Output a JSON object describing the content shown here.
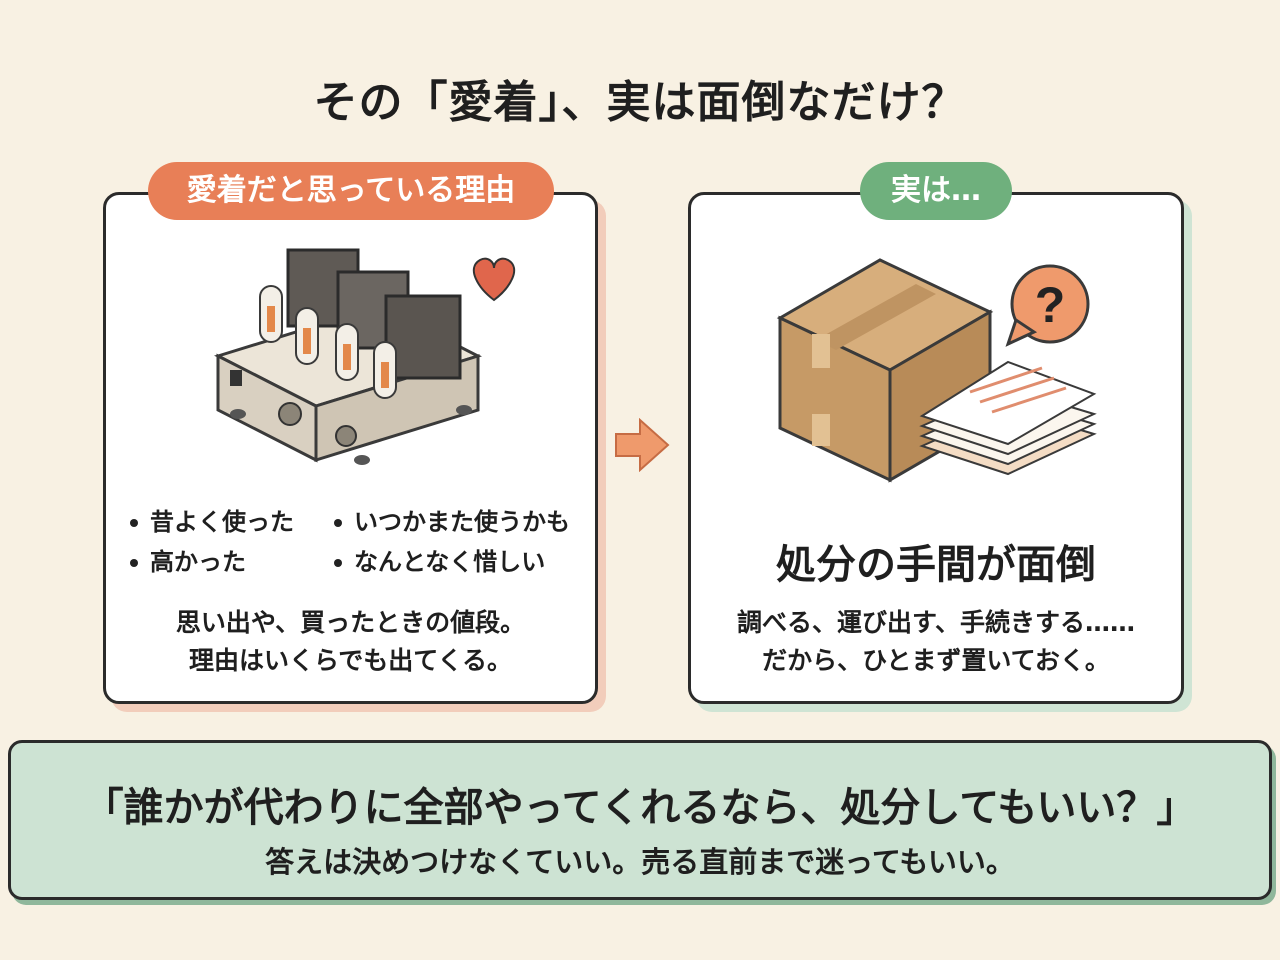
{
  "title": "その「愛着」、実は面倒なだけ？",
  "left_panel": {
    "label": "愛着だと思っている理由",
    "bullets": [
      "昔よく使った",
      "いつかまた使うかも",
      "高かった",
      "なんとなく惜しい"
    ],
    "note_line1": "思い出や、買ったときの値段。",
    "note_line2": "理由はいくらでも出てくる。"
  },
  "right_panel": {
    "label": "実は…",
    "heading": "処分の手間が面倒",
    "note_line1": "調べる、運び出す、手続きする……",
    "note_line2": "だから、ひとまず置いておく。",
    "question_mark": "?"
  },
  "banner": {
    "main": "「誰かが代わりに全部やってくれるなら、処分してもいい？」",
    "sub": "答えは決めつけなくていい。売る直前まで迷ってもいい。"
  },
  "colors": {
    "accent_orange": "#e87f57",
    "accent_green": "#6fb07d",
    "banner_bg": "#cde3d3",
    "background": "#f8f1e3"
  }
}
